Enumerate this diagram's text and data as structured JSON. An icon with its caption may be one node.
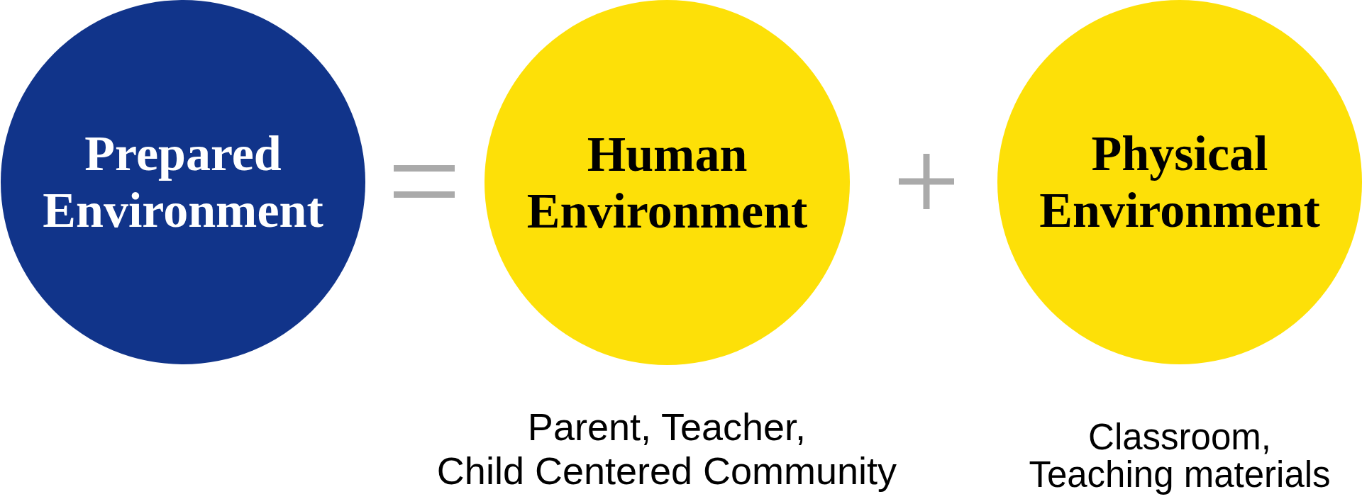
{
  "diagram": {
    "nodes": [
      {
        "text": [
          "Prepared Environment"
        ]
      },
      {
        "text": [
          "Human Environment"
        ],
        "beside": [
          "Parent, Teacher, Child Centered Community"
        ]
      },
      {
        "text": [
          "Physical Environment"
        ],
        "beside": [
          "Classroom, Teaching materials"
        ]
      }
    ]
  }
}
